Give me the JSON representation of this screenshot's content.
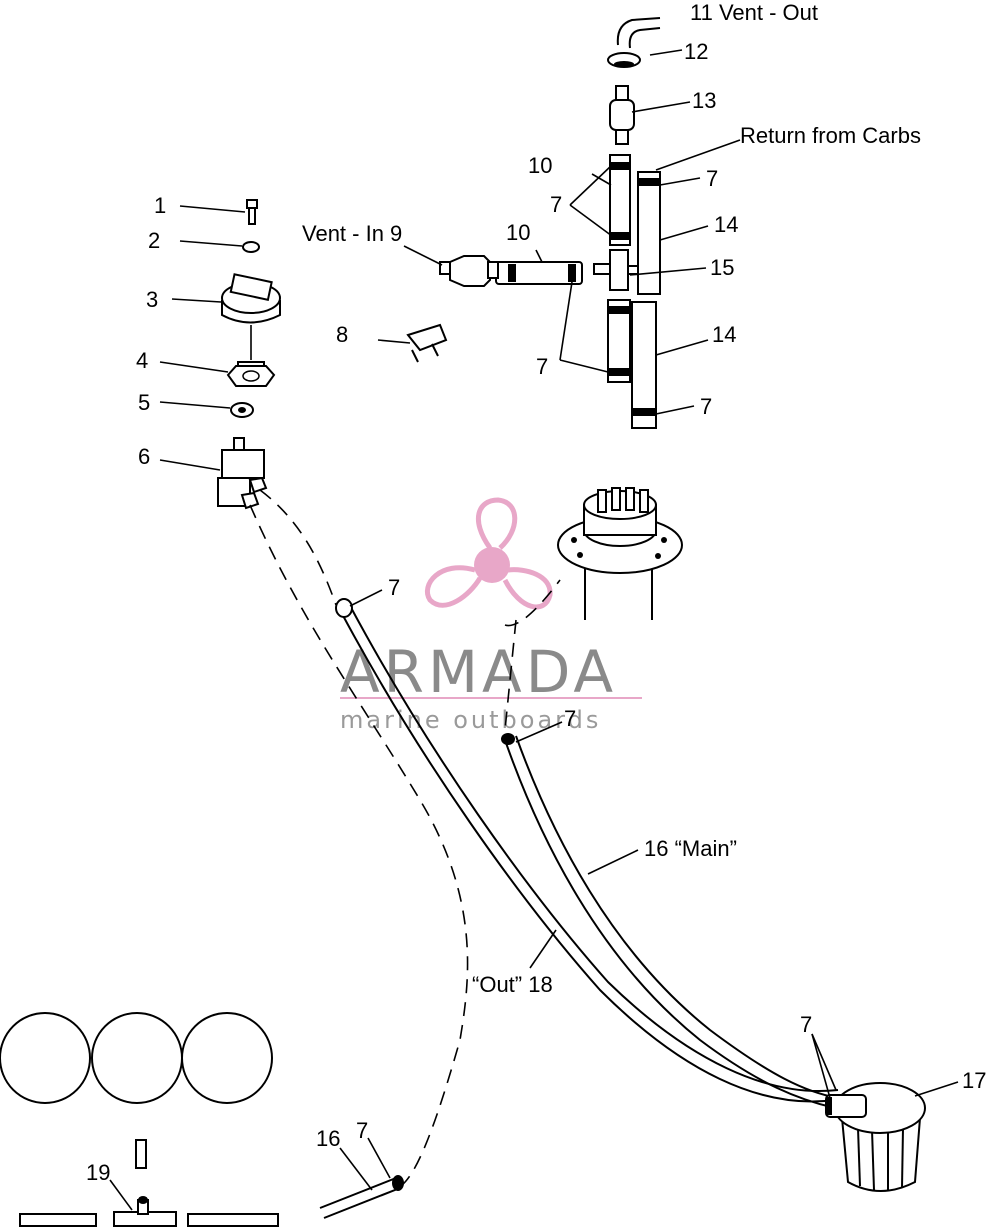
{
  "labels": {
    "l1": "1",
    "l2": "2",
    "l3": "3",
    "l4": "4",
    "l5": "5",
    "l6": "6",
    "l7": "7",
    "l8": "8",
    "l9": "Vent - In 9",
    "l10": "10",
    "l11": "11 Vent - Out",
    "l12": "12",
    "l13": "13",
    "l14": "14",
    "l15": "15",
    "l16": "16",
    "l16main": "16 “Main”",
    "l17": "17",
    "l18": "“Out” 18",
    "l19": "19",
    "return": "Return from Carbs"
  },
  "watermark": {
    "brand": "ARMADA",
    "tagline": "marine outboards",
    "logo": "propeller-logo",
    "color": "#e8a7c8"
  }
}
